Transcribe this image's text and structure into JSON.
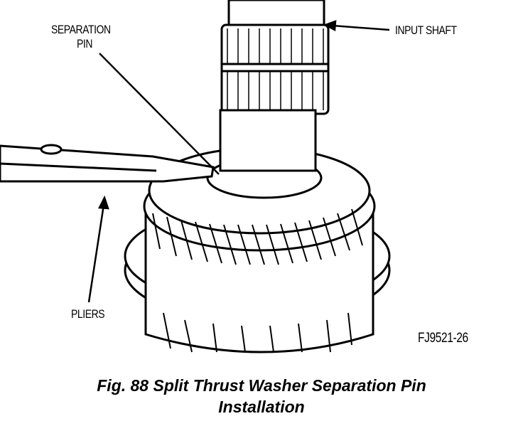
{
  "labels": {
    "separation_pin_line1": "SEPARATION",
    "separation_pin_line2": "PIN",
    "input_shaft": "INPUT SHAFT",
    "pliers": "PLIERS",
    "figure_code": "FJ9521-26"
  },
  "caption": {
    "line1": "Fig. 88 Split Thrust Washer Separation Pin",
    "line2": "Installation"
  }
}
